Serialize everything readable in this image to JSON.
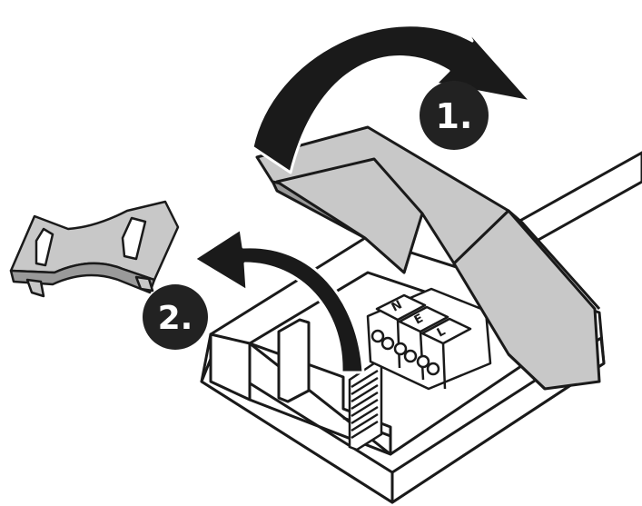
{
  "steps": [
    {
      "label": "1."
    },
    {
      "label": "2."
    }
  ],
  "terminals": [
    {
      "label": "N"
    },
    {
      "label": "E"
    },
    {
      "label": "L"
    }
  ],
  "colors": {
    "outline": "#1a1a1a",
    "arrow_fill": "#1a1a1a",
    "lid_fill": "#c8c8c8",
    "lid_shadow": "#9a9a9a",
    "box_fill": "#ffffff",
    "badge_fill": "#222222",
    "badge_text": "#ffffff"
  }
}
